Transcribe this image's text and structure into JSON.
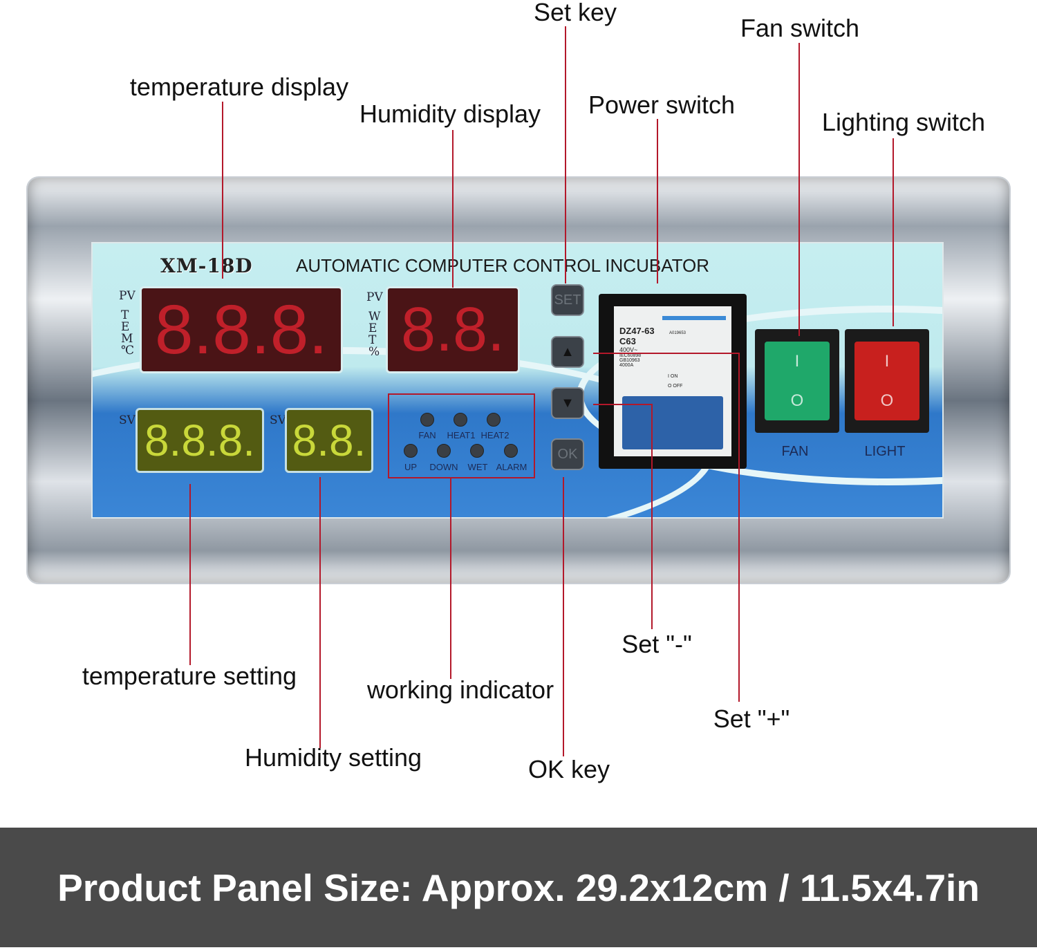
{
  "callouts": {
    "temperature_display": "temperature display",
    "humidity_display": "Humidity display",
    "set_key": "Set key",
    "power_switch": "Power switch",
    "fan_switch": "Fan switch",
    "lighting_switch": "Lighting switch",
    "temperature_setting": "temperature setting",
    "humidity_setting": "Humidity setting",
    "working_indicator": "working indicator",
    "ok_key": "OK key",
    "set_minus": "Set \"-\"",
    "set_plus": "Set \"+\""
  },
  "panel": {
    "model": "XM-18D",
    "title": "AUTOMATIC COMPUTER CONTROL INCUBATOR",
    "pv": "PV",
    "sv": "SV",
    "tem_label": [
      "T",
      "E",
      "M",
      "℃"
    ],
    "wet_label": [
      "W",
      "E",
      "T",
      "%"
    ],
    "temp_pv_digits": "8.8.8.",
    "hum_pv_digits": "8.8.",
    "temp_sv_digits": "8.8.8.",
    "hum_sv_digits": "8.8.",
    "keys": {
      "set": "SET",
      "up": "▲",
      "down": "▼",
      "ok": "OK"
    },
    "indicators_top": [
      "FAN",
      "HEAT1",
      "HEAT2"
    ],
    "indicators_bottom": [
      "UP",
      "DOWN",
      "WET",
      "ALARM"
    ],
    "breaker": {
      "model": "DZ47-63",
      "rating": "C63",
      "voltage": "400V~",
      "standards": "IEC60898 GB10963",
      "capacity": "4000A",
      "on": "I ON",
      "off": "O OFF",
      "cert": "A019653"
    },
    "fan_label": "FAN",
    "light_label": "LIGHT",
    "switch_on": "I",
    "switch_off": "O"
  },
  "colors": {
    "fan_switch": "#1fa86a",
    "light_switch": "#c8201e",
    "leader": "#b3182a"
  },
  "banner": "Product Panel Size: Approx. 29.2x12cm / 11.5x4.7in"
}
